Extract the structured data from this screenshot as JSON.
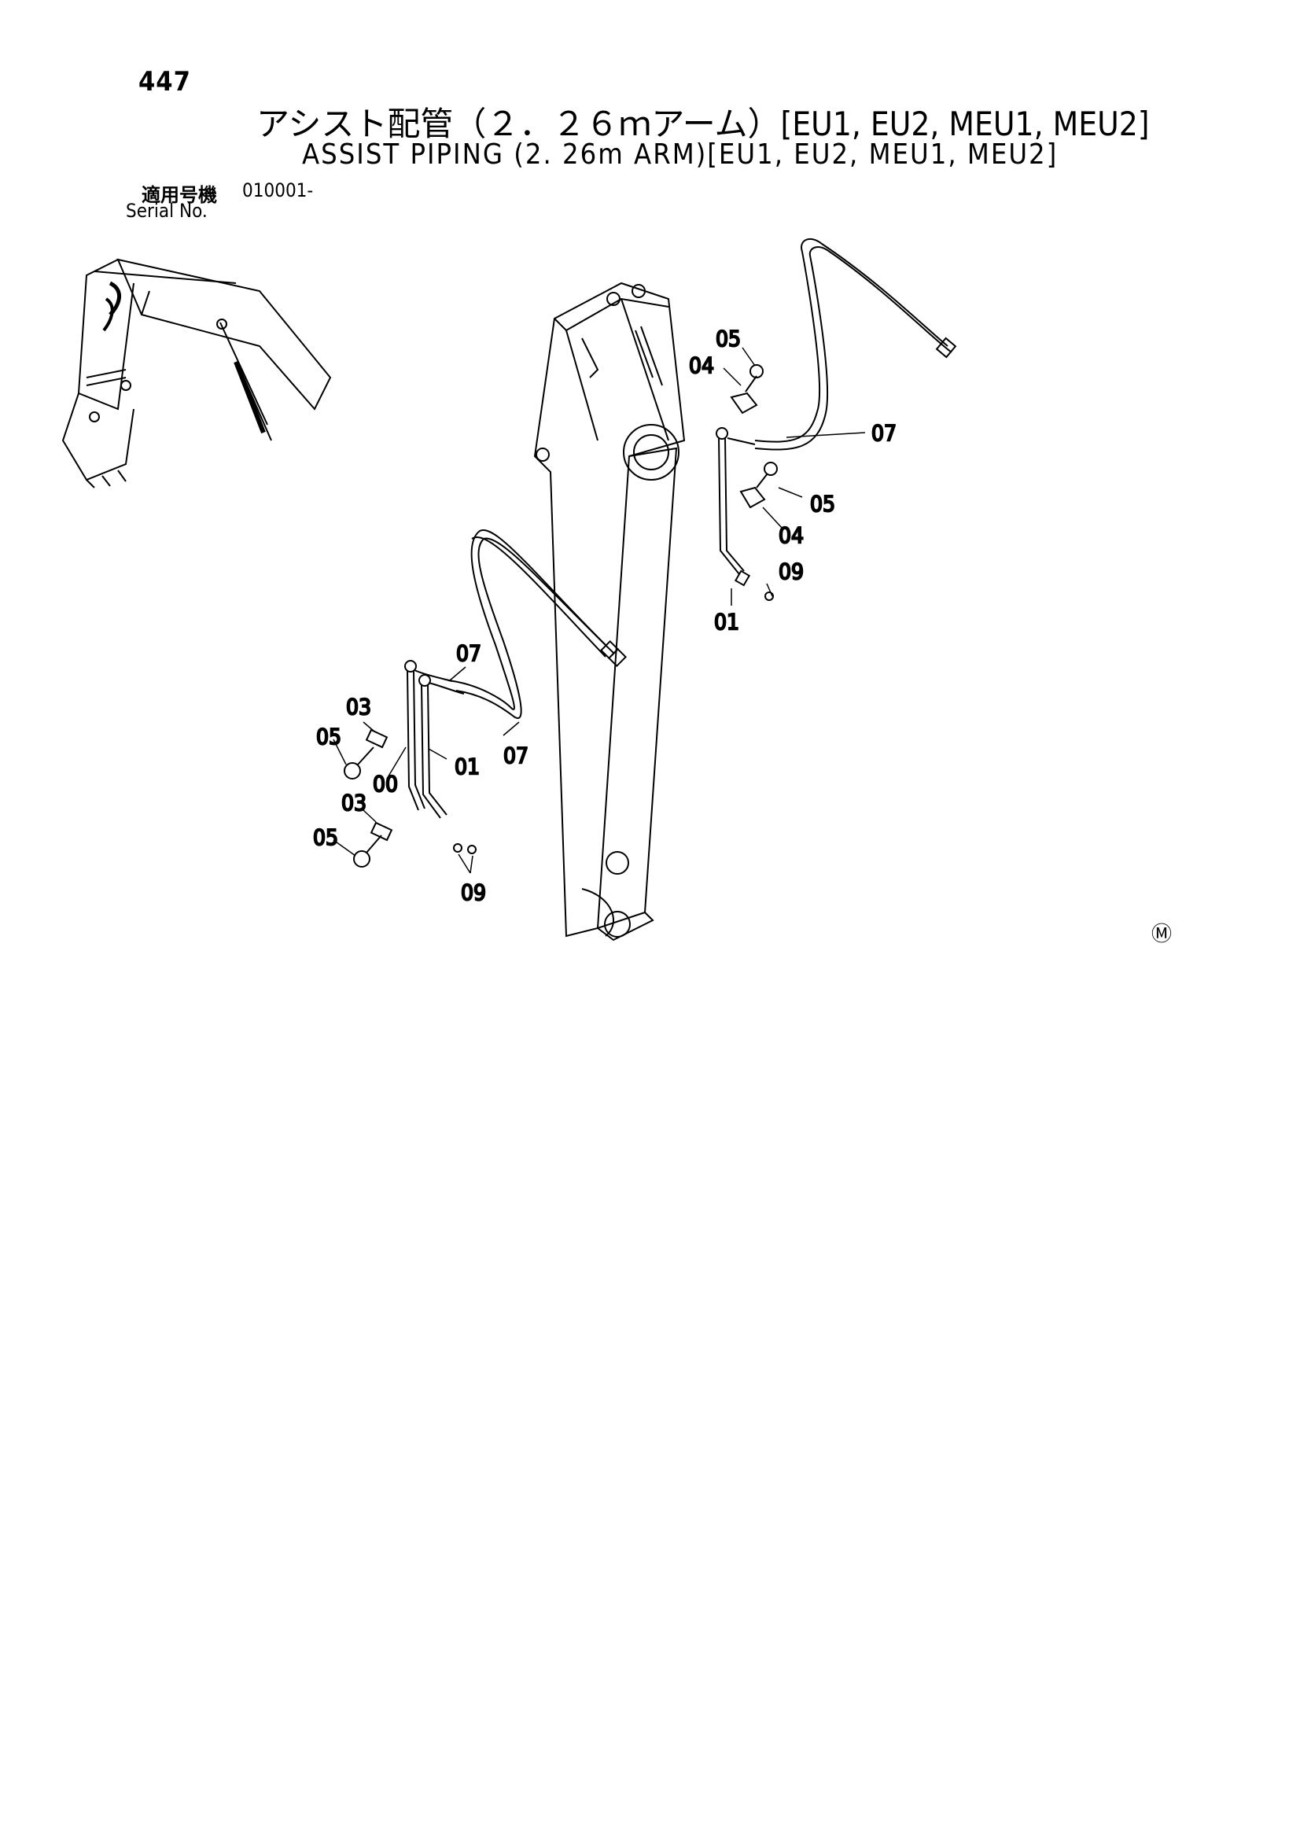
{
  "header": {
    "page_number": "447",
    "title_ja": "アシスト配管（２．２６ｍアーム）[EU1, EU2, MEU1, MEU2]",
    "title_en": "ASSIST PIPING (2. 26m ARM)[EU1, EU2, MEU1, MEU2]",
    "serial_label_ja": "適用号機",
    "serial_value": "010001-",
    "serial_label_en": "Serial No."
  },
  "callouts": {
    "c05_top": "05",
    "c04_top": "04",
    "c07_upper_right": "07",
    "c05_mid_right": "05",
    "c04_mid_right": "04",
    "c09_right": "09",
    "c01_right": "01",
    "c07_center": "07",
    "c07_center_low": "07",
    "c03_upper_left": "03",
    "c05_upper_left": "05",
    "c00_left": "00",
    "c01_left": "01",
    "c03_lower_left": "03",
    "c05_lower_left": "05",
    "c09_bottom": "09"
  },
  "corner_mark": "Ⓜ"
}
